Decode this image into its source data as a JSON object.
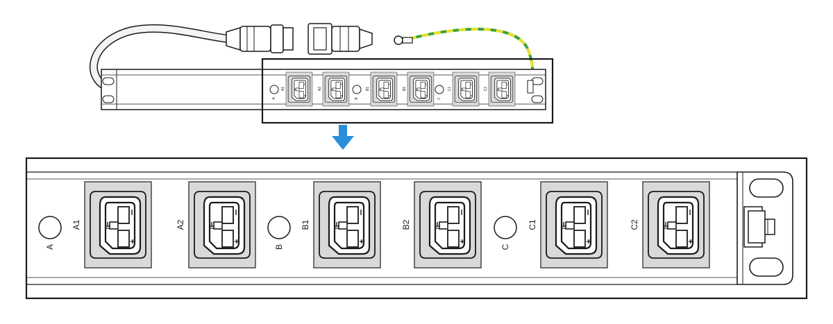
{
  "colors": {
    "outlet_fill": "#d9d9d9",
    "line": "#1a1a1a",
    "ground_wire_yellow": "#e8e22a",
    "ground_wire_green": "#3aa040",
    "arrow": "#2a8fd8",
    "cable": "#f4f4f4"
  },
  "overview": {
    "outlets": [
      {
        "label": "A1",
        "icon": "c19-receptacle-icon"
      },
      {
        "label": "A2",
        "icon": "c19-receptacle-icon"
      },
      {
        "label": "B1",
        "icon": "c19-receptacle-icon"
      },
      {
        "label": "B2",
        "icon": "c19-receptacle-icon"
      },
      {
        "label": "C1",
        "icon": "c19-receptacle-icon"
      },
      {
        "label": "C2",
        "icon": "c19-receptacle-icon"
      }
    ],
    "breakers": [
      {
        "label": "A"
      },
      {
        "label": "B"
      },
      {
        "label": "C"
      }
    ]
  },
  "detail": {
    "outlets": [
      {
        "label": "A1"
      },
      {
        "label": "A2"
      },
      {
        "label": "B1"
      },
      {
        "label": "B2"
      },
      {
        "label": "C1"
      },
      {
        "label": "C2"
      }
    ],
    "breakers": [
      {
        "label": "A"
      },
      {
        "label": "B"
      },
      {
        "label": "C"
      }
    ],
    "outlet_symbols": {
      "neutral": "—",
      "earth": "⏚",
      "live": "+"
    }
  }
}
